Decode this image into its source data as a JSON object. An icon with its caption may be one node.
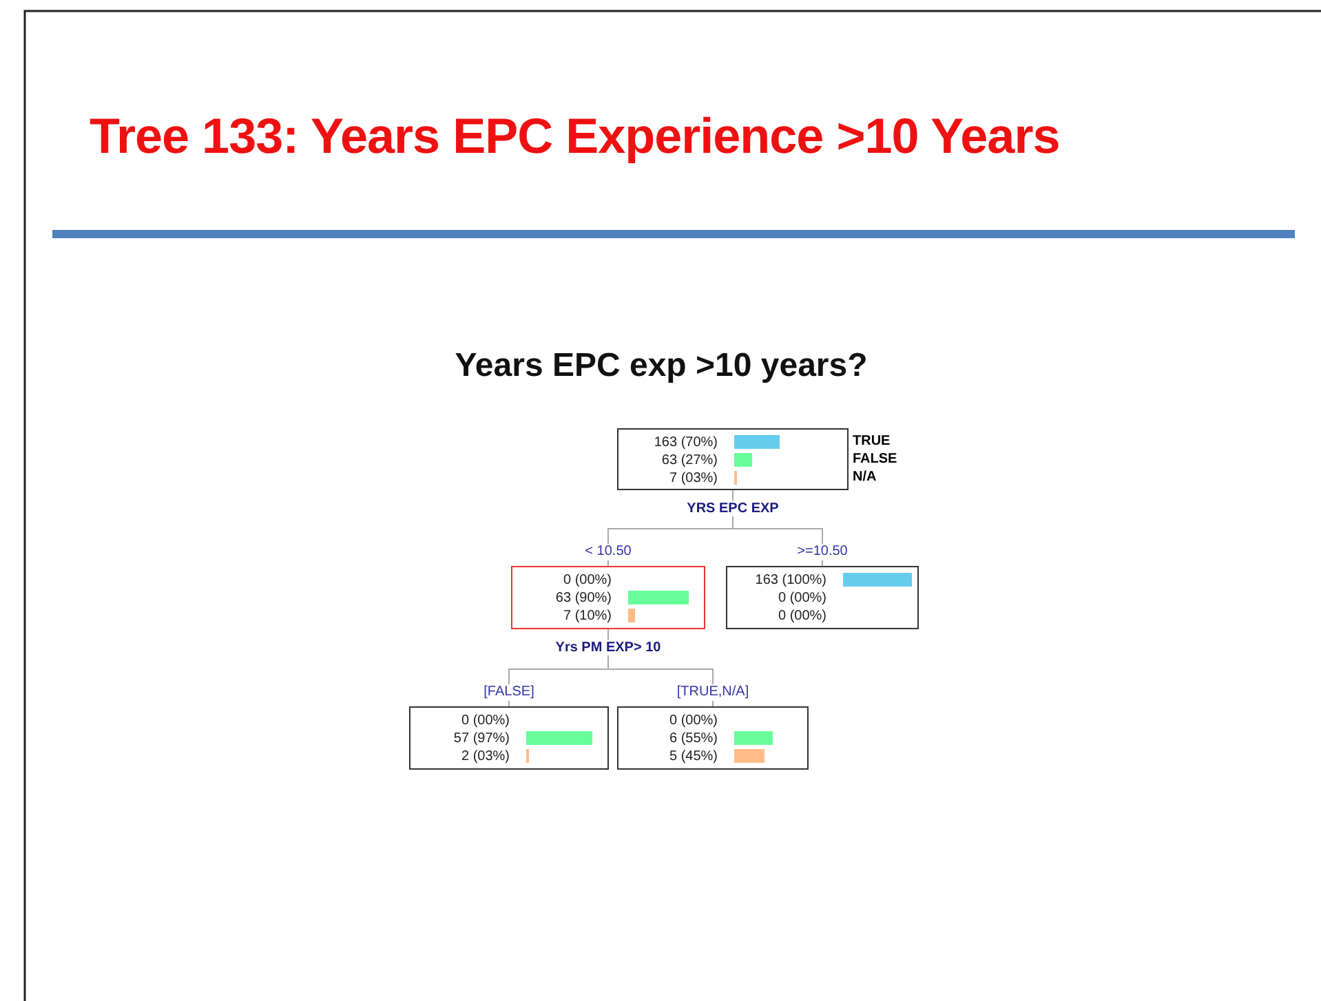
{
  "diagram": {
    "title": "Tree 133: Years EPC Experience >10 Years",
    "nodes": [
      {
        "text": [
          "163 (70%)",
          "63 (27%)",
          "7 (03%)"
        ],
        "beside": [
          "TRUE",
          "FALSE",
          "N/A",
          "YRS EPC EXP"
        ]
      },
      {
        "text": [
          "0 (00%)",
          "63 (90%)",
          "7 (10%)"
        ],
        "beside": [
          "Yrs PM EXP> 10"
        ]
      },
      {
        "text": [
          "163 (100%)",
          "0 (00%)",
          "0 (00%)"
        ]
      },
      {
        "text": [
          "0 (00%)",
          "57 (97%)",
          "2 (03%)"
        ]
      },
      {
        "text": [
          "0 (00%)",
          "6 (55%)",
          "5 (45%)"
        ]
      }
    ],
    "edges": [
      {
        "from": 0,
        "to": 1,
        "arrow": "none",
        "label": "< 10.50"
      },
      {
        "from": 0,
        "to": 2,
        "arrow": "none",
        "label": ">=10.50"
      },
      {
        "from": 1,
        "to": 3,
        "arrow": "none",
        "label": "[FALSE]"
      },
      {
        "from": 1,
        "to": 4,
        "arrow": "none",
        "label": "[TRUE,N/A]"
      }
    ],
    "labels": [
      "Years EPC exp >10 years?"
    ]
  }
}
